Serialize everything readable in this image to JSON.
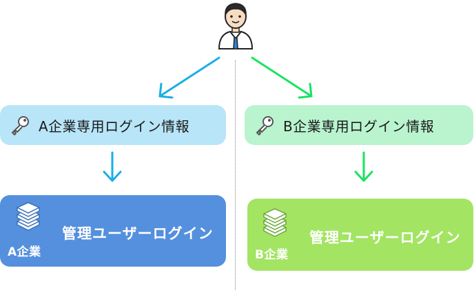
{
  "company_a": {
    "login_info_label": "A企業専用ログイン情報",
    "company_label": "A企業",
    "admin_login_label": "管理ユーザーログイン",
    "box_color": "#b8e5f8",
    "admin_color": "#5490dd",
    "arrow_color": "#1aaee8"
  },
  "company_b": {
    "login_info_label": "B企業専用ログイン情報",
    "company_label": "B企業",
    "admin_login_label": "管理ユーザーログイン",
    "box_color": "#b9f4cf",
    "admin_color": "#a3e463",
    "arrow_color": "#19e361"
  },
  "icons": {
    "user": "person-icon",
    "key": "key-icon",
    "server": "database-stack-icon"
  }
}
